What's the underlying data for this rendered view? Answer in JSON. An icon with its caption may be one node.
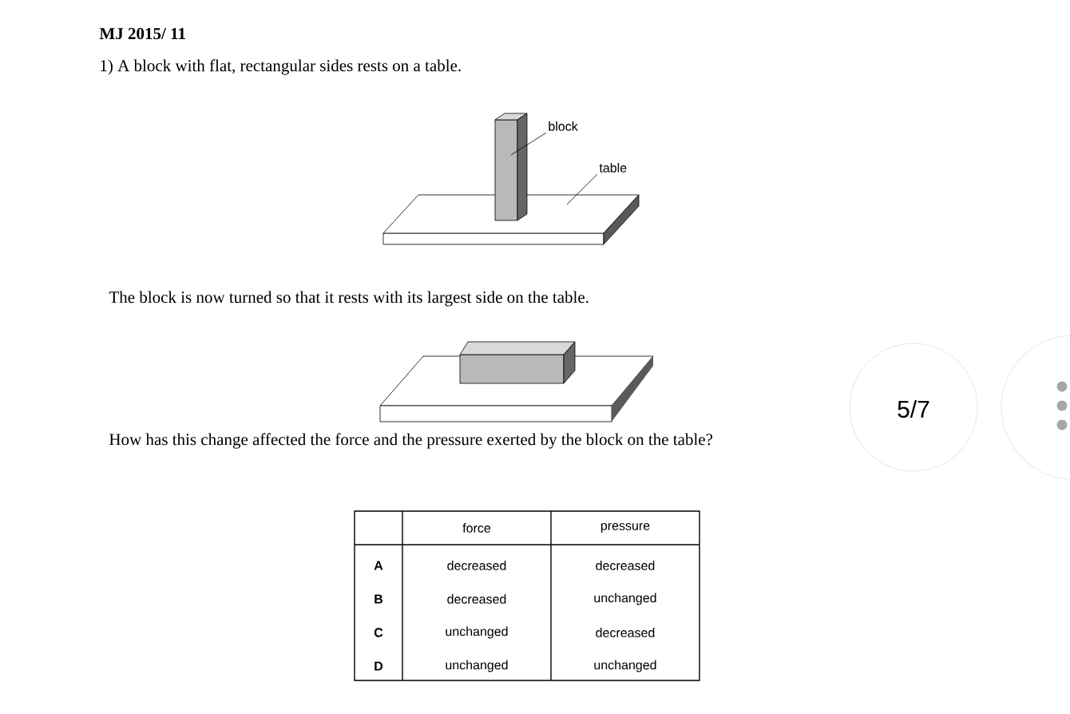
{
  "diagram": {
    "title": "MJ 2015/ 11",
    "nodes": [
      {
        "text": [
          "block"
        ]
      },
      {
        "text": [],
        "shape": "box"
      },
      {
        "text": [
          "table"
        ]
      },
      {
        "text": [],
        "shape": "box"
      }
    ],
    "edges": [
      {
        "from": 0,
        "to": 1,
        "arrow": "none"
      },
      {
        "from": 2,
        "to": 3,
        "arrow": "none"
      }
    ],
    "labels": [
      "1) A block with flat, rectangular sides rests on a table.",
      "The block is now turned so that it rests with its largest side on the table.",
      "5/7",
      "How has this change affected the force and the pressure exerted by the block on the table?",
      "force",
      "pressure",
      "A",
      "decreased",
      "decreased",
      "B",
      "decreased",
      "unchanged",
      "C",
      "unchanged",
      "decreased",
      "D",
      "unchanged",
      "unchanged"
    ]
  }
}
